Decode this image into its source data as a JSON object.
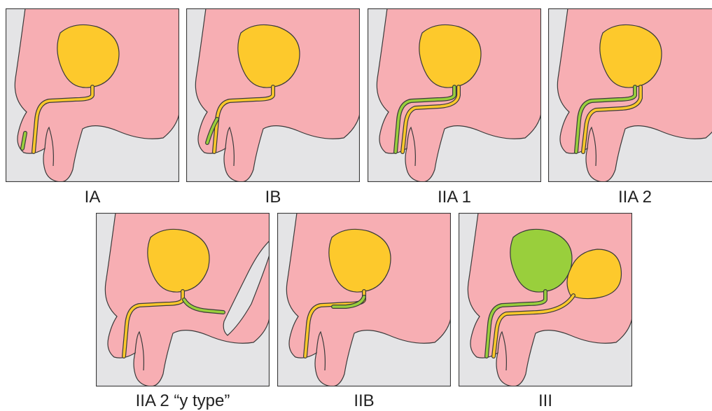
{
  "panels": [
    {
      "label": "IA"
    },
    {
      "label": "IB"
    },
    {
      "label": "IIA 1"
    },
    {
      "label": "IIA 2"
    },
    {
      "label": "IIA 2 “y type”"
    },
    {
      "label": "IIB"
    },
    {
      "label": "III"
    }
  ],
  "colors": {
    "background": "#e4e4e6",
    "tissue": "#f7aeb3",
    "bladder": "#fdc92c",
    "duplicate_bladder": "#99cf3c",
    "outline": "#3a3a3a",
    "channel_dorsal": "#99cf3c",
    "channel_ventral": "#fdc92c"
  }
}
